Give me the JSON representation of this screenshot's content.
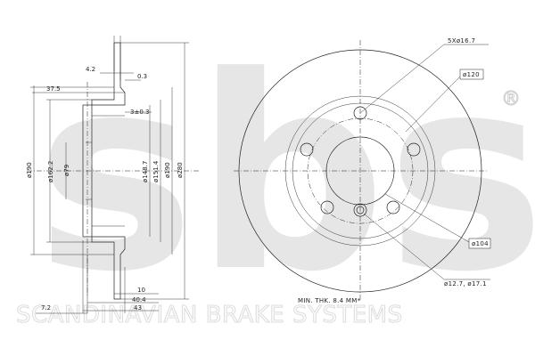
{
  "watermark": {
    "brand": "sbs",
    "registered": "®",
    "tagline": "SCANDINAVIAN BRAKE SYSTEMS"
  },
  "side_view": {
    "dims_top": {
      "flange_thickness": "4.2",
      "offset": "0.3",
      "hub_offset": "37.5",
      "recess": "3±0.3"
    },
    "dims_vertical": {
      "d190_left": "ø190",
      "d162_2": "ø162.2",
      "d79": "ø79",
      "d148_7": "ø148.7",
      "d151_4": "ø151.4",
      "d190_right": "ø190",
      "d280": "ø280"
    },
    "dims_bottom": {
      "thickness": "10",
      "height_40_4": "40.4",
      "height_43": "43",
      "edge_7_2": "7.2"
    }
  },
  "front_view": {
    "bolt_pattern": "5Xø16.7",
    "pcd": "ø120",
    "center_bore": "ø104",
    "small_holes": "ø12.7, ø17.1",
    "min_thickness": "MIN. THK. 8.4 MM*"
  }
}
